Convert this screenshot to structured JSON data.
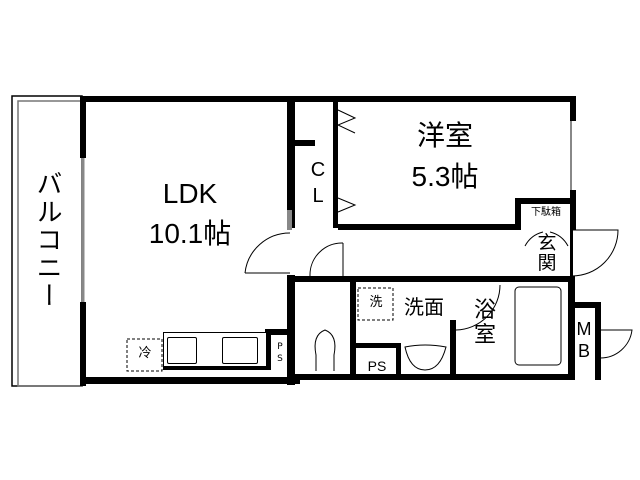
{
  "floorplan": {
    "rooms": {
      "balcony": {
        "label": "バルコニー"
      },
      "ldk": {
        "name": "LDK",
        "size": "10.1帖"
      },
      "western_room": {
        "name": "洋室",
        "size": "5.3帖"
      },
      "closet": {
        "line1": "C",
        "line2": "L"
      },
      "shoe_cabinet": {
        "label": "下駄箱"
      },
      "entrance": {
        "line1": "玄",
        "line2": "関"
      },
      "washroom": {
        "label": "洗面"
      },
      "washer": {
        "label": "洗"
      },
      "bathroom": {
        "line1": "浴",
        "line2": "室"
      },
      "meter_box": {
        "line1": "M",
        "line2": "B"
      },
      "pipe_space_bath": {
        "label": "PS"
      },
      "pipe_space_kitchen": {
        "line1": "P",
        "line2": "S"
      },
      "fridge": {
        "label": "冷"
      }
    },
    "colors": {
      "wall": "#000000",
      "window": "#888888",
      "background": "#ffffff"
    }
  }
}
